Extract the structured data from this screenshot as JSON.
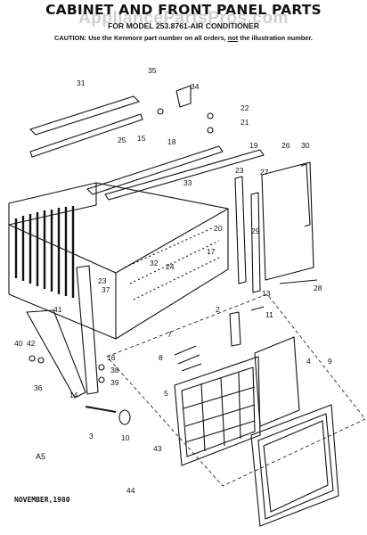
{
  "header": {
    "title": "CABINET AND FRONT PANEL PARTS",
    "watermark": "AppliancePartsPros.com",
    "model_line": "FOR MODEL 253.8761-AIR CONDITIONER",
    "caution_pre": "CAUTION: Use the Kenmore part number on all orders,",
    "caution_not": "not",
    "caution_post": "the illustration number."
  },
  "footer": {
    "diagram_code": "A5",
    "date": "NOVEMBER,1980"
  },
  "callouts": [
    "31",
    "35",
    "34",
    "22",
    "21",
    "25",
    "15",
    "18",
    "19",
    "26",
    "30",
    "33",
    "23",
    "27",
    "20",
    "29",
    "17",
    "24",
    "32",
    "28",
    "23",
    "37",
    "13",
    "2",
    "11",
    "41",
    "7",
    "40",
    "42",
    "16",
    "8",
    "38",
    "39",
    "5",
    "4",
    "9",
    "36",
    "14",
    "3",
    "10",
    "43",
    "44"
  ]
}
